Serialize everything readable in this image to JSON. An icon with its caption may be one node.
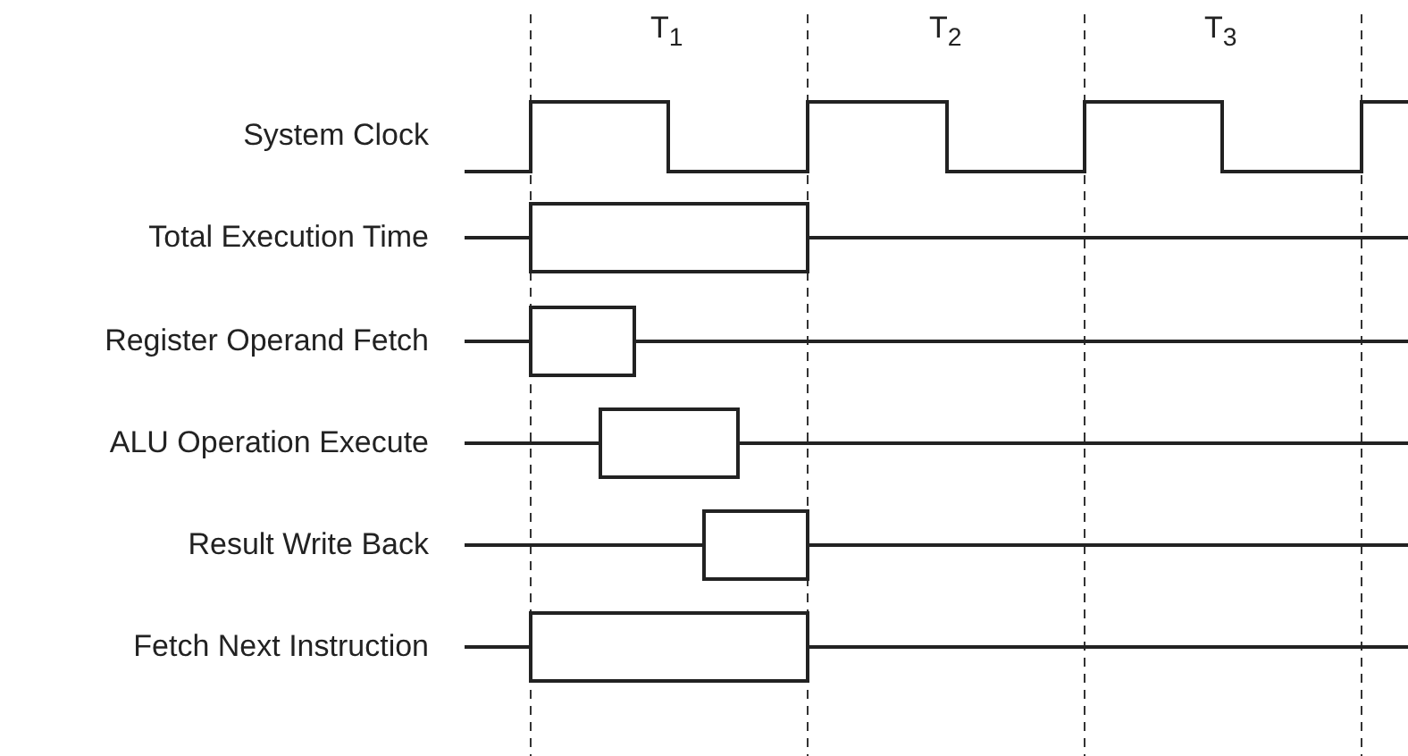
{
  "diagram": {
    "labels": [
      "T$_{1}$",
      "T$_{2}$",
      "T$_{3}$",
      "System Clock",
      "Total Execution Time",
      "Register Operand Fetch",
      "ALU Operation Execute",
      "Result Write Back",
      "Fetch Next Instruction"
    ]
  }
}
